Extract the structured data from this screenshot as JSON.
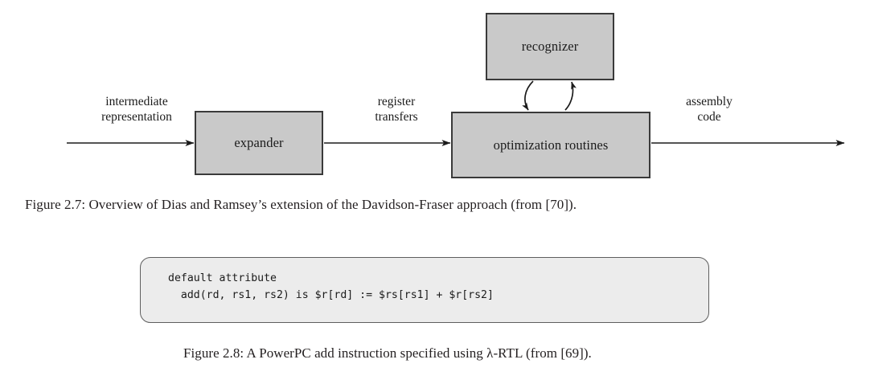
{
  "page": {
    "background_color": "#ffffff",
    "text_color": "#231f20"
  },
  "figure_27": {
    "caption": "Figure 2.7: Overview of Dias and Ramsey’s extension of the Davidson-Fraser approach (from [70]).",
    "diagram": {
      "type": "flow-diagram",
      "box_fill_color": "#c9c9c9",
      "box_border_color": "#3a3a3a",
      "nodes": [
        {
          "id": "recognizer",
          "label": "recognizer"
        },
        {
          "id": "expander",
          "label": "expander"
        },
        {
          "id": "optimization",
          "label": "optimization routines"
        }
      ],
      "edge_labels": [
        {
          "id": "intermediate",
          "line1": "intermediate",
          "line2": "representation"
        },
        {
          "id": "register",
          "line1": "register",
          "line2": "transfers"
        },
        {
          "id": "assembly",
          "line1": "assembly",
          "line2": "code"
        }
      ]
    }
  },
  "figure_28": {
    "caption": "Figure 2.8: A PowerPC add instruction specified using λ-RTL (from [69]).",
    "code": {
      "line1": "default attribute",
      "line2": "  add(rd, rs1, rs2) is $r[rd] := $rs[rs1] + $r[rs2]",
      "background_color": "#ececec",
      "border_color": "#5e5e5e"
    }
  }
}
